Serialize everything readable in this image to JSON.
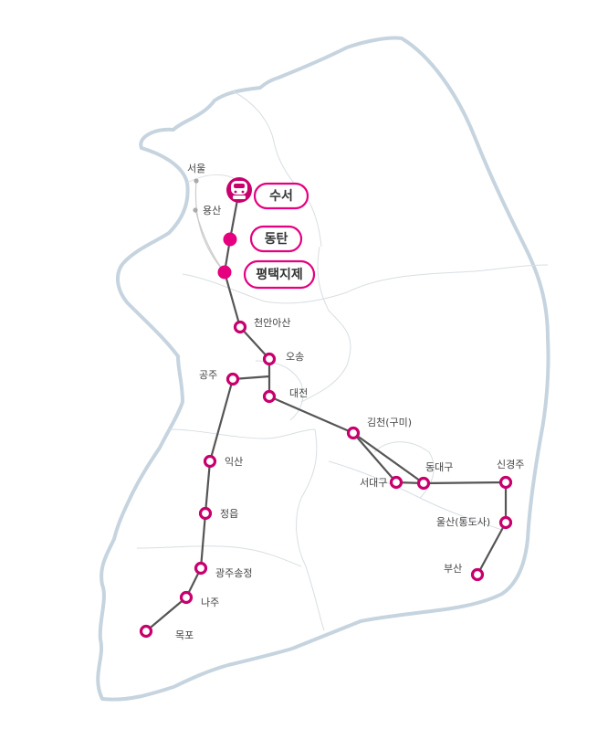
{
  "colors": {
    "land_fill": "#ffffff",
    "coast": "#c6d4df",
    "province_border": "#d8dee3",
    "route_line": "#555555",
    "station_ring": "#c8006e",
    "highlight": "#e4007f",
    "minor_station": "#aaaaaa"
  },
  "stations": {
    "seoul": "서울",
    "yongsan": "용산",
    "cheonan_asan": "천안아산",
    "osong": "오송",
    "gongju": "공주",
    "daejeon": "대전",
    "gimcheon_gumi": "김천(구미)",
    "iksan": "익산",
    "seodaegu": "서대구",
    "dongdaegu": "동대구",
    "singyeongju": "신경주",
    "ulsan": "울산(통도사)",
    "busan": "부산",
    "jeongeup": "정읍",
    "gwangju_songjeong": "광주송정",
    "naju": "나주",
    "mokpo": "목포"
  },
  "featured": {
    "suseo": "수서",
    "dongtan": "동탄",
    "pyeongtaek_jije": "평택지제"
  },
  "icons": {
    "origin": "train-face-icon"
  }
}
